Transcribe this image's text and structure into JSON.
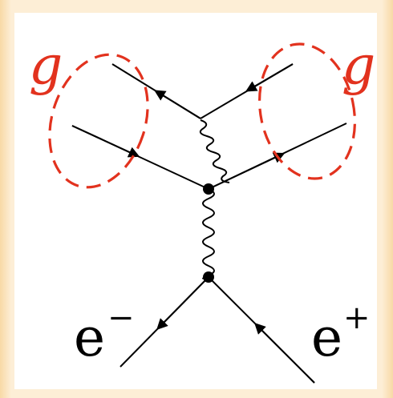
{
  "labels": {
    "gluon_left": "g",
    "gluon_right": "g",
    "electron": "e",
    "electron_charge": "−",
    "positron": "e",
    "positron_charge": "+"
  },
  "colors": {
    "background_outer": "#fbe3bd",
    "panel": "#ffffff",
    "gluon_loop": "#e2321e",
    "lines": "#000000"
  }
}
